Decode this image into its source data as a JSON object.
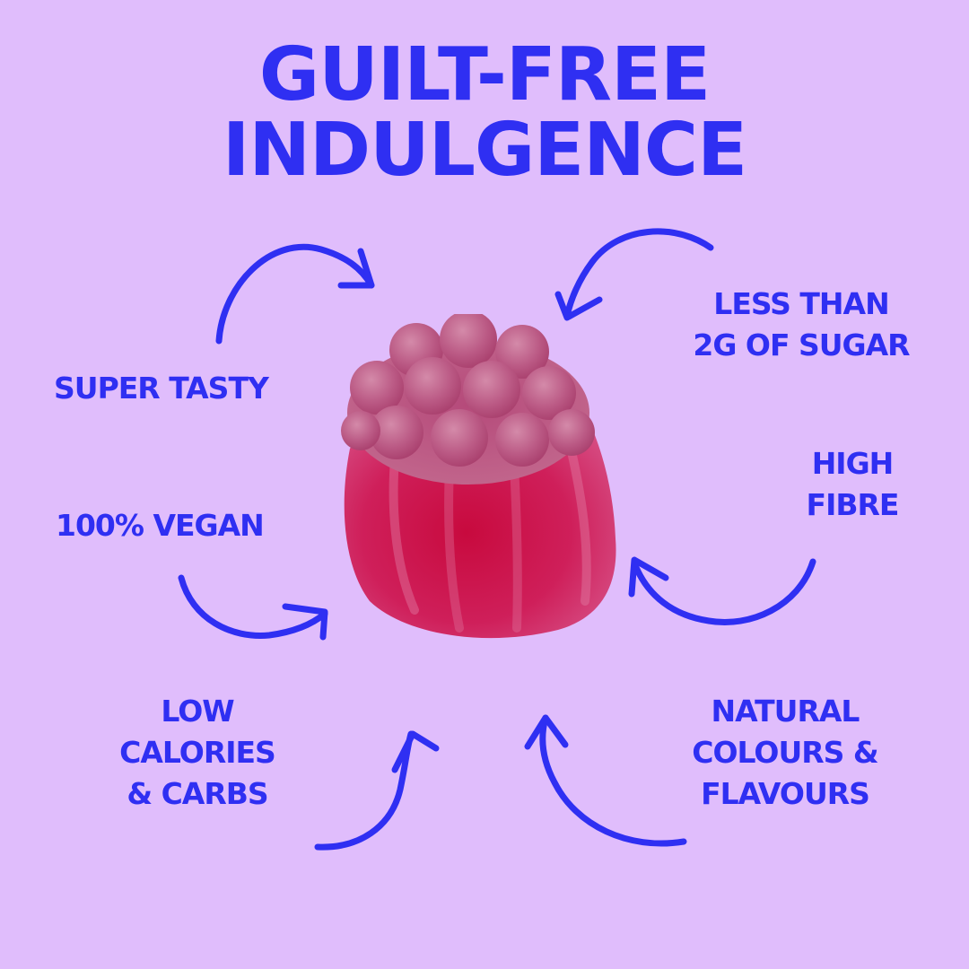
{
  "headline": {
    "line1": "GUILT-FREE",
    "line2": "INDULGENCE"
  },
  "claims": {
    "super_tasty": {
      "line1": "SUPER TASTY"
    },
    "less_sugar": {
      "line1": "LESS THAN",
      "line2": "2G OF SUGAR"
    },
    "vegan": {
      "line1": "100% VEGAN"
    },
    "high_fibre": {
      "line1": "HIGH",
      "line2": "FIBRE"
    },
    "low_calories": {
      "line1": "LOW",
      "line2": "CALORIES",
      "line3": "& CARBS"
    },
    "natural": {
      "line1": "NATURAL",
      "line2": "COLOURS &",
      "line3": "FLAVOURS"
    }
  },
  "colors": {
    "background": "#e0bdfc",
    "text_accent": "#2f2ff2",
    "gummy": "#d1184f"
  },
  "icons": [
    "curved-arrow-icon",
    "gummy-image"
  ]
}
